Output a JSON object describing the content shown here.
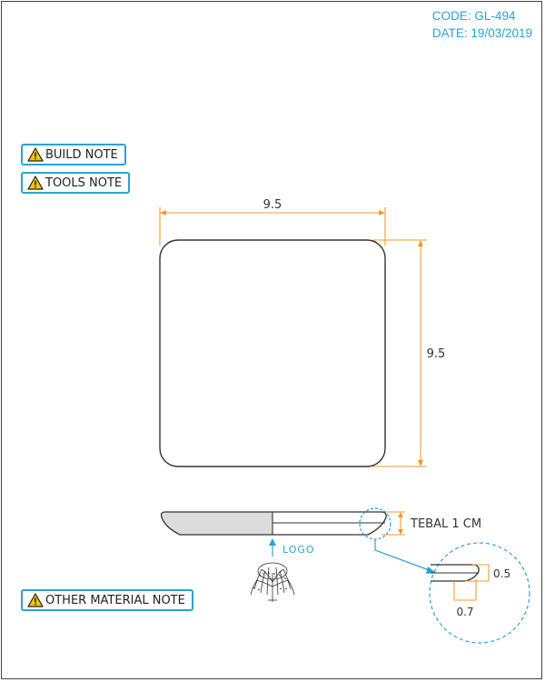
{
  "header": {
    "code": "CODE: GL-494",
    "date": "DATE: 19/03/2019"
  },
  "notes": {
    "build": "BUILD NOTE",
    "tools": "TOOLS NOTE",
    "other": "OTHER MATERIAL NOTE"
  },
  "drawing": {
    "width_label": "9.5",
    "height_label": "9.5",
    "thickness_label": "TEBAL 1 CM",
    "logo_label": "LOGO",
    "detail_height_label": "0.5",
    "detail_width_label": "0.7"
  },
  "colors": {
    "accent": "#29a3d6",
    "dimension": "#f39a2b",
    "outline": "#333333",
    "fill_gray": "#dcdcdc"
  },
  "icons": [
    "warning-icon",
    "tree-logo-icon",
    "arrow-up-icon"
  ]
}
